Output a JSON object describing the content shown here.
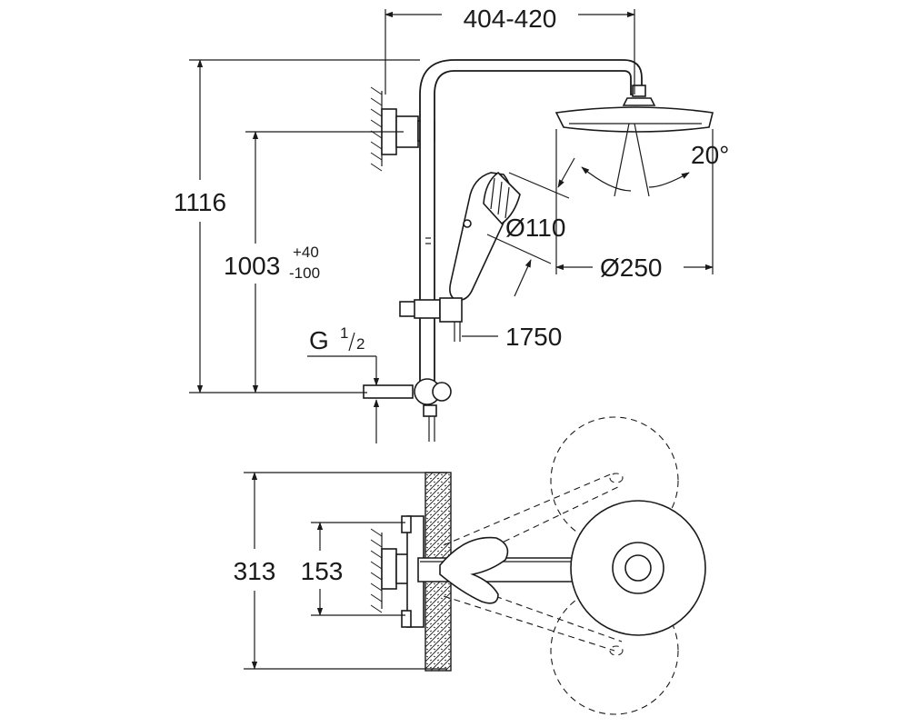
{
  "dimensions": {
    "arm_reach": "404-420",
    "total_height": "1116",
    "wall_outlet_height": "1003",
    "wall_outlet_tol_plus": "+40",
    "wall_outlet_tol_minus": "-100",
    "hand_shower_diameter": "Ø110",
    "head_shower_diameter": "Ø250",
    "tilt_angle": "20°",
    "hose_length": "1750",
    "thread_prefix": "G",
    "thread_num": "1",
    "thread_den": "2",
    "depth_total": "313",
    "depth_bar": "153"
  }
}
